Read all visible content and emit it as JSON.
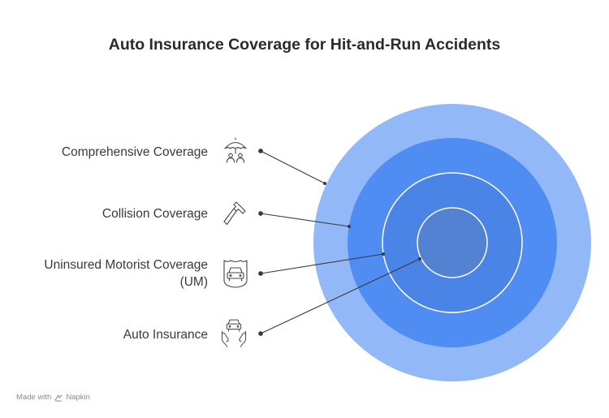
{
  "title": "Auto Insurance Coverage for Hit-and-Run Accidents",
  "layers": [
    {
      "label": "Comprehensive Coverage",
      "icon": "umbrella-people-icon",
      "color": "#93b8f8"
    },
    {
      "label": "Collision Coverage",
      "icon": "hammer-icon",
      "color": "#4f8df2"
    },
    {
      "label": "Uninsured Motorist Coverage (UM)",
      "label_line1": "Uninsured Motorist Coverage",
      "label_line2": "(UM)",
      "icon": "car-shield-icon",
      "color": "#4a84e6"
    },
    {
      "label": "Auto Insurance",
      "icon": "car-in-hands-icon",
      "color": "#5282d1"
    }
  ],
  "footer": {
    "made_with": "Made with",
    "brand": "Napkin"
  }
}
